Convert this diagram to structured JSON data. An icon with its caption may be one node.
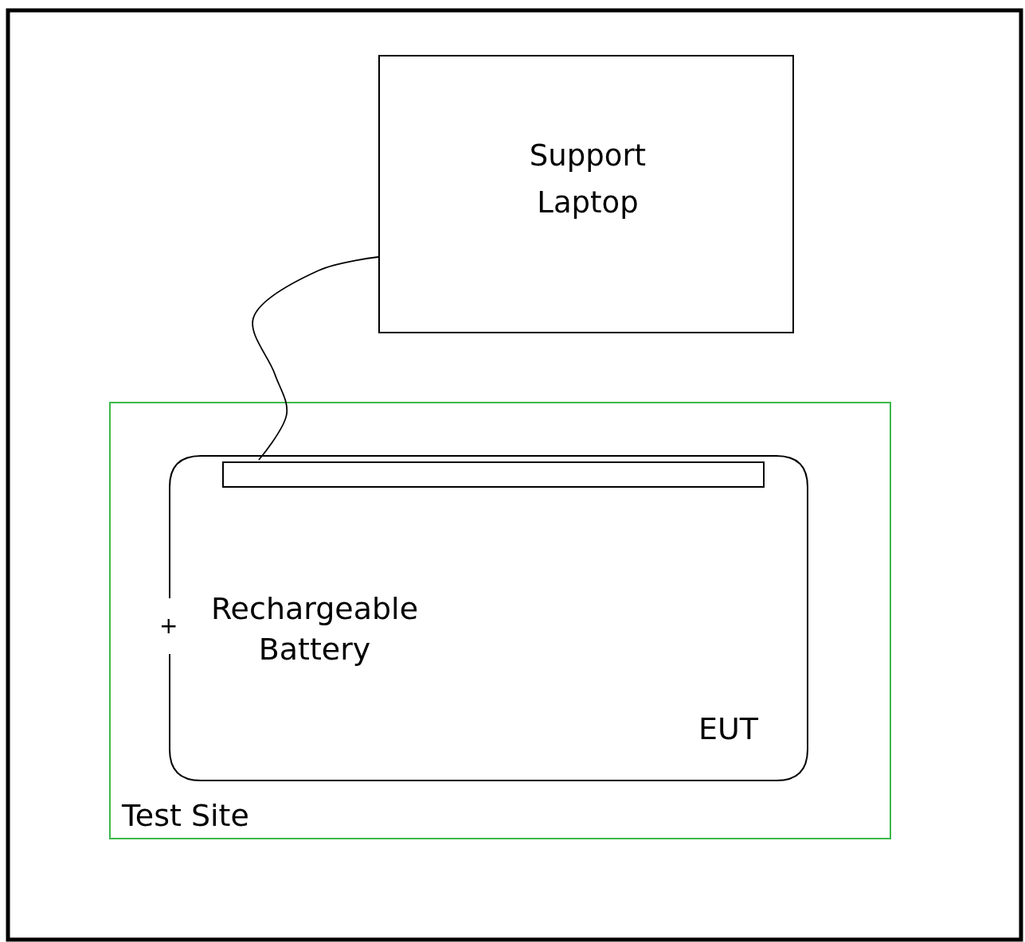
{
  "diagram": {
    "nodes": [
      {
        "text": [
          "Support Laptop"
        ]
      },
      {
        "text": [
          "Test Site"
        ]
      },
      {
        "text": [
          "EUT"
        ],
        "in": 1
      },
      {
        "text": [],
        "shape": "bar",
        "in": 2
      }
    ],
    "edges": [
      {
        "from": 0,
        "to": 3,
        "arrow": "none"
      }
    ],
    "labels": [
      "+",
      "Rechargeable Battery"
    ]
  }
}
